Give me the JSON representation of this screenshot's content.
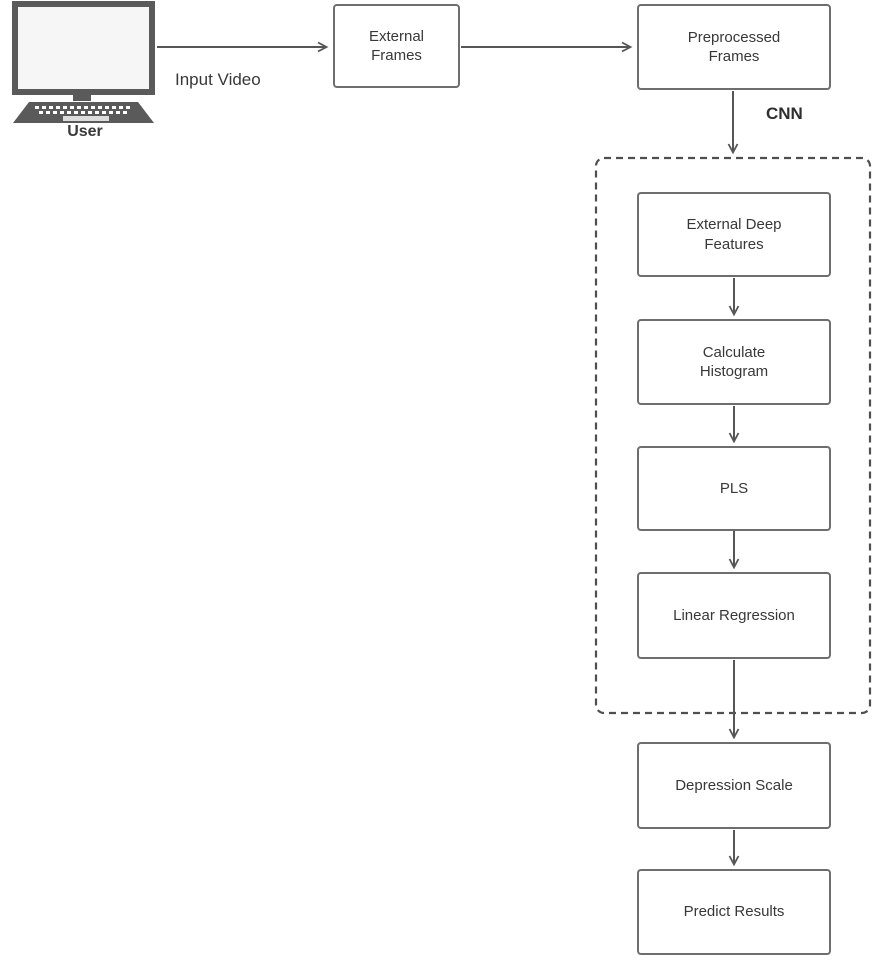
{
  "diagram": {
    "nodes": {
      "external_frames": {
        "label": "External Frames"
      },
      "preprocessed_frames": {
        "label": "Preprocessed Frames"
      },
      "external_deep_features": {
        "label": "External Deep Features"
      },
      "calculate_histogram": {
        "label": "Calculate Histogram"
      },
      "pls": {
        "label": "PLS"
      },
      "linear_regression": {
        "label": "Linear Regression"
      },
      "depression_scale": {
        "label": "Depression Scale"
      },
      "predict_results": {
        "label": "Predict Results"
      }
    },
    "edge_labels": {
      "input_video": "Input Video",
      "cnn": "CNN"
    },
    "user_label": "User",
    "colors": {
      "box_border": "#6e6e6e",
      "box_fill": "#ffffff",
      "text": "#383838",
      "line": "#565656",
      "dashed_border": "#4f4f4f",
      "icon": "#5a5a5a"
    }
  }
}
